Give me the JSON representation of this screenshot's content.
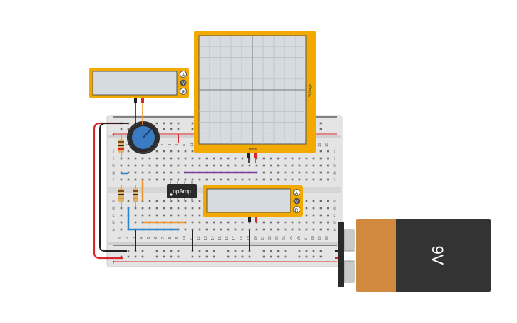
{
  "multimeter_top": {
    "buttons": [
      "A",
      "V",
      "R"
    ]
  },
  "oscilloscope": {
    "x_label": "Time",
    "y_label": "Voltage"
  },
  "opamp": {
    "label": "opAmp"
  },
  "multimeter_mid": {
    "buttons": [
      "A",
      "V",
      "R"
    ]
  },
  "battery": {
    "label": "9V"
  },
  "breadboard": {
    "row_letters_top": [
      "j",
      "i",
      "h",
      "g",
      "f"
    ],
    "row_letters_bottom": [
      "e",
      "d",
      "c",
      "b",
      "a"
    ],
    "column_numbers": [
      "1",
      "2",
      "3",
      "4",
      "5",
      "6",
      "7",
      "8",
      "9",
      "10",
      "11",
      "12",
      "13",
      "14",
      "15",
      "16",
      "17",
      "18",
      "19",
      "20",
      "21",
      "22",
      "23",
      "24",
      "25",
      "26",
      "27",
      "28",
      "29",
      "30"
    ],
    "rail_plus": "+",
    "rail_minus": "−"
  },
  "colors": {
    "meter_orange": "#f2a900",
    "meter_screen": "#d5dbde",
    "board": "#e4e4e4",
    "rail_red": "#d9262a",
    "wire_black": "#222222",
    "wire_blue": "#2d86c9",
    "wire_orange": "#f0932a",
    "wire_purple": "#7b3f9e",
    "pot_blue": "#3a7cc4",
    "battery_copper": "#d0893f",
    "battery_body": "#333333"
  }
}
